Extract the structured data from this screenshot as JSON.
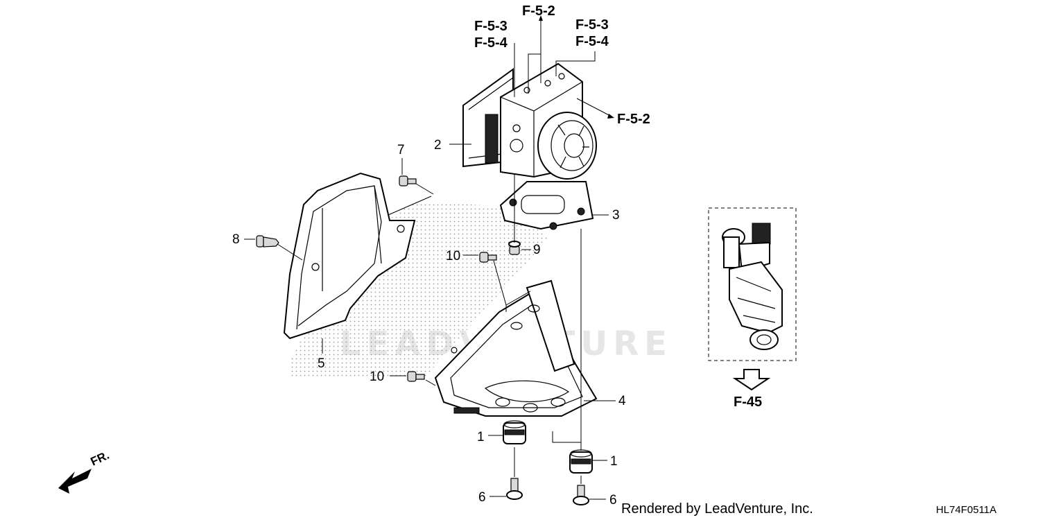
{
  "callouts": {
    "p1a": "1",
    "p1b": "1",
    "p2": "2",
    "p3": "3",
    "p4": "4",
    "p5": "5",
    "p6a": "6",
    "p6b": "6",
    "p7": "7",
    "p8": "8",
    "p9": "9",
    "p10a": "10",
    "p10b": "10"
  },
  "refs": {
    "top_left_1": "F-5-3",
    "top_left_2": "F-5-4",
    "top_center": "F-5-2",
    "top_right_1": "F-5-3",
    "top_right_2": "F-5-4",
    "right": "F-5-2",
    "detail": "F-45"
  },
  "front_label": "FR.",
  "watermark": "LEADVENTURE",
  "footer": {
    "credit": "Rendered by LeadVenture, Inc.",
    "code": "HL74F0511A"
  }
}
